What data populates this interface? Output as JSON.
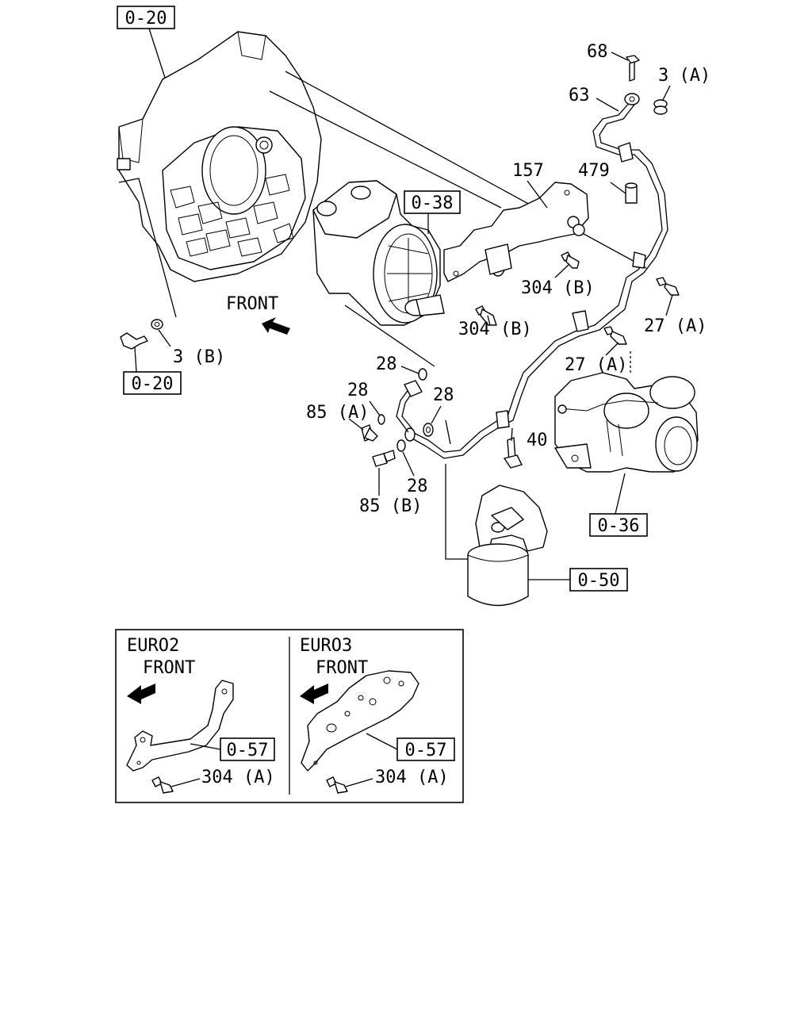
{
  "refs": {
    "r_top_left": "0-20",
    "r_bottom_left": "0-20",
    "r_compressor": "0-38",
    "r_turbo": "0-36",
    "r_filter": "0-50",
    "r_euro2": "0-57",
    "r_euro3": "0-57"
  },
  "labels": {
    "p68": "68",
    "p3a": "3 (A)",
    "p63": "63",
    "p157": "157",
    "p479": "479",
    "p304b_right": "304 (B)",
    "p304b_left": "304 (B)",
    "p27a_right": "27 (A)",
    "p27a_mid": "27 (A)",
    "p3b": "3 (B)",
    "p28_top": "28",
    "p28_left": "28",
    "p28_right": "28",
    "p28_bottom": "28",
    "p85a": "85 (A)",
    "p85b": "85 (B)",
    "p40": "40",
    "front_main": "FRONT"
  },
  "inset": {
    "euro2_title": "EURO2",
    "euro2_front": "FRONT",
    "euro2_part": "304 (A)",
    "euro3_title": "EURO3",
    "euro3_front": "FRONT",
    "euro3_part": "304 (A)"
  }
}
